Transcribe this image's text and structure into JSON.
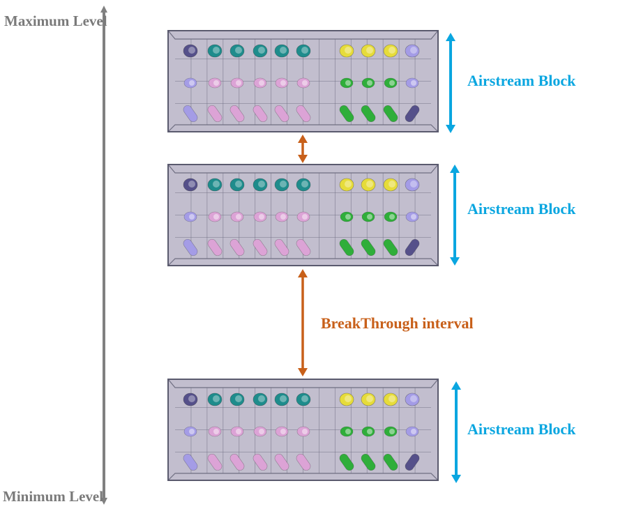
{
  "axis": {
    "max_label": "Maximum Level",
    "min_label": "Minimum Level",
    "color": "#808080"
  },
  "blocks": [
    {
      "label": "Airstream Block"
    },
    {
      "label": "Airstream Block"
    },
    {
      "label": "Airstream Block"
    }
  ],
  "gap_label": "BreakThrough interval",
  "colors": {
    "airstream_arrow": "#0aa6e0",
    "breakthrough_arrow": "#c8601a",
    "block_fill": "#b7b3c6",
    "block_frame": "#5a5a6e",
    "teal": "#1e8c8c",
    "pink": "#dca3d6",
    "lavender": "#a49ce6",
    "yellow": "#e6dc3a",
    "green": "#2fae3a",
    "dark_purple": "#55508a"
  },
  "cylinder_rows": [
    [
      "dark_purple",
      "teal",
      "teal",
      "teal",
      "teal",
      "teal",
      "yellow",
      "yellow",
      "yellow",
      "lavender"
    ],
    [
      "lavender",
      "pink",
      "pink",
      "pink",
      "pink",
      "pink",
      "green",
      "green",
      "green",
      "lavender"
    ],
    [
      "lavender",
      "pink",
      "pink",
      "pink",
      "pink",
      "pink",
      "green",
      "green",
      "green",
      "dark_purple"
    ]
  ]
}
